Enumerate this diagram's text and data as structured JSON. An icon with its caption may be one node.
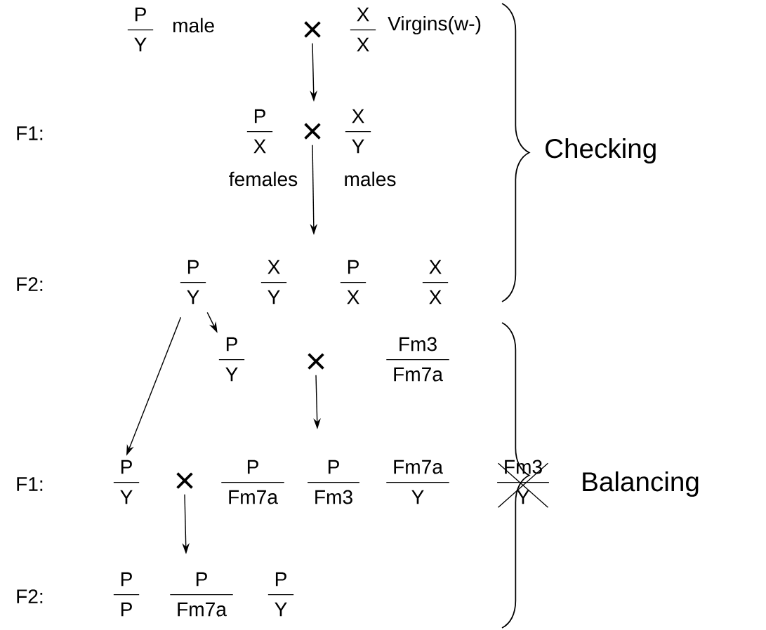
{
  "diagram": {
    "nodes": [
      {
        "text": [
          "P",
          "Y"
        ],
        "beside": [
          "male"
        ]
      },
      {
        "text": [
          "×"
        ]
      },
      {
        "text": [
          "X",
          "X"
        ],
        "beside": [
          "Virgins(w-)"
        ]
      },
      {
        "text": [
          "P",
          "X"
        ],
        "beside": [
          "females"
        ]
      },
      {
        "text": [
          "×"
        ]
      },
      {
        "text": [
          "X",
          "Y"
        ],
        "beside": [
          "males"
        ]
      },
      {
        "text": [
          "P",
          "Y"
        ]
      },
      {
        "text": [
          "X",
          "Y"
        ]
      },
      {
        "text": [
          "P",
          "X"
        ]
      },
      {
        "text": [
          "X",
          "X"
        ]
      },
      {
        "text": [
          "P",
          "Y"
        ]
      },
      {
        "text": [
          "×"
        ]
      },
      {
        "text": [
          "Fm3",
          "Fm7a"
        ]
      },
      {
        "text": [
          "P",
          "Y"
        ]
      },
      {
        "text": [
          "×"
        ]
      },
      {
        "text": [
          "P",
          "Fm7a"
        ]
      },
      {
        "text": [
          "P",
          "Fm3"
        ]
      },
      {
        "text": [
          "Fm7a",
          "Y"
        ]
      },
      {
        "text": [
          "Fm3",
          "Y"
        ]
      },
      {
        "text": [
          "P",
          "P"
        ]
      },
      {
        "text": [
          "P",
          "Fm7a"
        ]
      },
      {
        "text": [
          "P",
          "Y"
        ]
      }
    ],
    "edges": [
      {
        "from": 1,
        "to": null,
        "arrow": "to"
      },
      {
        "from": 4,
        "to": null,
        "arrow": "to"
      },
      {
        "from": 6,
        "to": 10,
        "arrow": "to"
      },
      {
        "from": 6,
        "to": 13,
        "arrow": "to"
      },
      {
        "from": 11,
        "to": null,
        "arrow": "to"
      },
      {
        "from": 14,
        "to": null,
        "arrow": "to"
      }
    ],
    "labels": [
      "F1:",
      "Checking",
      "F2:",
      "F1:",
      "Balancing",
      "F2:"
    ]
  }
}
